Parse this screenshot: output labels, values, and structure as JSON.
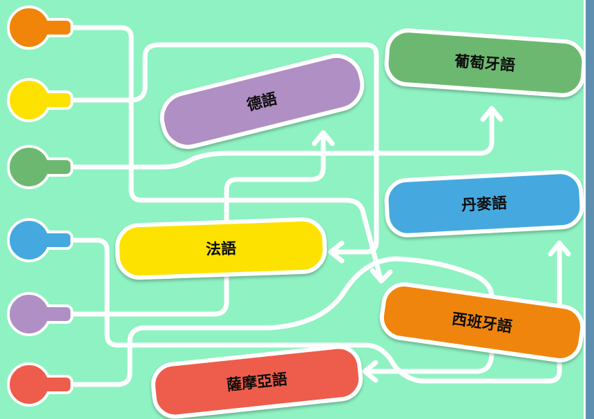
{
  "colors": {
    "background": "#8ff2c2",
    "orange": "#f0850a",
    "yellow": "#fde200",
    "green": "#6db870",
    "blue": "#45a9e0",
    "purple": "#b08fc4",
    "red": "#ee5d4c",
    "line": "#ffffff"
  },
  "pins": [
    {
      "id": "orange",
      "color": "#f0850a",
      "icon": "pin-icon"
    },
    {
      "id": "yellow",
      "color": "#fde200",
      "icon": "pin-icon"
    },
    {
      "id": "green",
      "color": "#6db870",
      "icon": "pin-icon"
    },
    {
      "id": "blue",
      "color": "#45a9e0",
      "icon": "pin-icon"
    },
    {
      "id": "purple",
      "color": "#b08fc4",
      "icon": "pin-icon"
    },
    {
      "id": "red",
      "color": "#ee5d4c",
      "icon": "pin-icon"
    }
  ],
  "targets": {
    "german": {
      "label": "德語",
      "color": "#b08fc4"
    },
    "portuguese": {
      "label": "葡萄牙語",
      "color": "#6db870"
    },
    "danish": {
      "label": "丹麥語",
      "color": "#45a9e0"
    },
    "french": {
      "label": "法語",
      "color": "#fde200"
    },
    "spanish": {
      "label": "西班牙語",
      "color": "#f0850a"
    },
    "samoan": {
      "label": "薩摩亞語",
      "color": "#ee5d4c"
    }
  }
}
